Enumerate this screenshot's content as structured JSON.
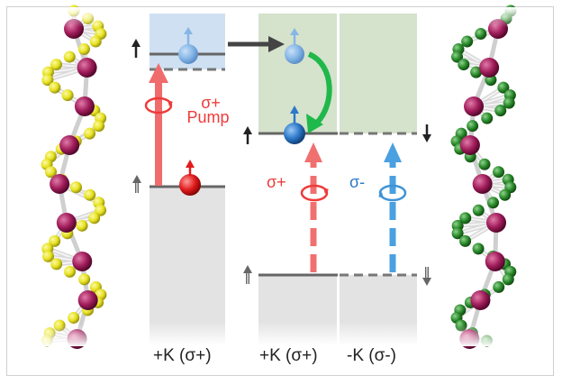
{
  "labels": {
    "panel1": "+K (σ+)",
    "panel2": "+K (σ+)",
    "panel3": "-K (σ-)",
    "pump_sigma": "σ+",
    "pump_word": "Pump",
    "sigma_plus": "σ+",
    "sigma_minus": "σ-"
  },
  "colors": {
    "conduction_band": "#cfe0f2",
    "conduction_band_green": "#d5e2cc",
    "valence_band": "#e3e3e3",
    "pump_red": "#f06b6b",
    "sigma_plus_red": "#ee3a3a",
    "sigma_minus_blue": "#3f93d6",
    "relax_green": "#1fb84a",
    "transfer_gray": "#444444",
    "atom_yellow": "#e7e21f",
    "atom_green": "#2a8a2a",
    "atom_magenta": "#a01c5a"
  },
  "icons": {
    "left_molecule": "helical-chain-yellow-magenta",
    "right_molecule": "helical-chain-green-magenta",
    "spin_up_arrow": "arrow-up",
    "spin_down_arrow": "arrow-down",
    "circular_polarization": "rotation-ellipse"
  }
}
